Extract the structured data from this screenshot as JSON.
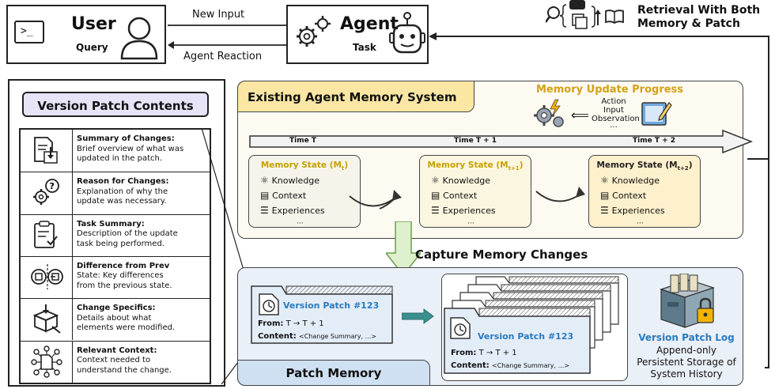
{
  "top": {
    "user": {
      "title": "User",
      "subtitle": "Query"
    },
    "agent": {
      "title": "Agent",
      "subtitle": "Task"
    },
    "arrow_new_input": "New Input",
    "arrow_agent_reaction": "Agent Reaction",
    "retrieval": {
      "line1": "Retrieval With Both",
      "line2": "Memory & Patch"
    }
  },
  "contents": {
    "title": "Version Patch Contents",
    "items": [
      {
        "icon": "document-download-icon",
        "title": "Summary of Changes:",
        "lines": [
          "Brief overview of what was",
          "updated in the patch."
        ]
      },
      {
        "icon": "gear-question-icon",
        "title": "Reason for Changes:",
        "lines": [
          "Explanation of why the",
          "update was necessary."
        ]
      },
      {
        "icon": "clipboard-check-icon",
        "title": "Task Summary:",
        "lines": [
          "Description of the update",
          "task being performed."
        ]
      },
      {
        "icon": "state-diff-icon",
        "title": "Difference from Prev",
        "lines": [
          "State: Key differences",
          "from the previous state."
        ]
      },
      {
        "icon": "box-arrow-icon",
        "title": "Change Specifics:",
        "lines": [
          "Details about what",
          "elements were modified."
        ]
      },
      {
        "icon": "network-document-icon",
        "title": "Relevant Context:",
        "lines": [
          "Context needed to",
          "understand the change."
        ]
      }
    ]
  },
  "memory_system": {
    "title": "Existing Agent Memory System",
    "update_progress": {
      "title": "Memory Update Progress",
      "lines": [
        "Action",
        "Input",
        "Observation",
        "···"
      ]
    },
    "timeline": [
      "Time T",
      "Time T + 1",
      "Time T + 2"
    ],
    "states": [
      {
        "title": "Memory State (M",
        "sub": "t",
        "close": ")"
      },
      {
        "title": "Memory State (M",
        "sub": "t+1",
        "close": ")"
      },
      {
        "title": "Memory State (M",
        "sub": "t+2",
        "close": ")"
      }
    ],
    "state_items": [
      "Knowledge",
      "Context",
      "Experiences",
      "···"
    ]
  },
  "capture_label": "Capture Memory Changes",
  "patch_memory": {
    "title": "Patch Memory",
    "card": {
      "title": "Version Patch #123",
      "from_label": "From:",
      "from_value": "T → T + 1",
      "content_label": "Content:",
      "content_value": "<Change Summary, ...>"
    },
    "log": {
      "title": "Version Patch Log",
      "lines": [
        "Append-only",
        "Persistent Storage of",
        "System History"
      ]
    }
  },
  "colors": {
    "lavender": "#e8e4f8",
    "memory_bg": "#fdfbf1",
    "memory_title": "#fbe7a3",
    "patch_bg": "#eaf0f7",
    "patch_title": "#cfe0f3",
    "card_bg": "#e3edf8",
    "gold": "#d4a017",
    "blue_text": "#2a7bc0"
  }
}
